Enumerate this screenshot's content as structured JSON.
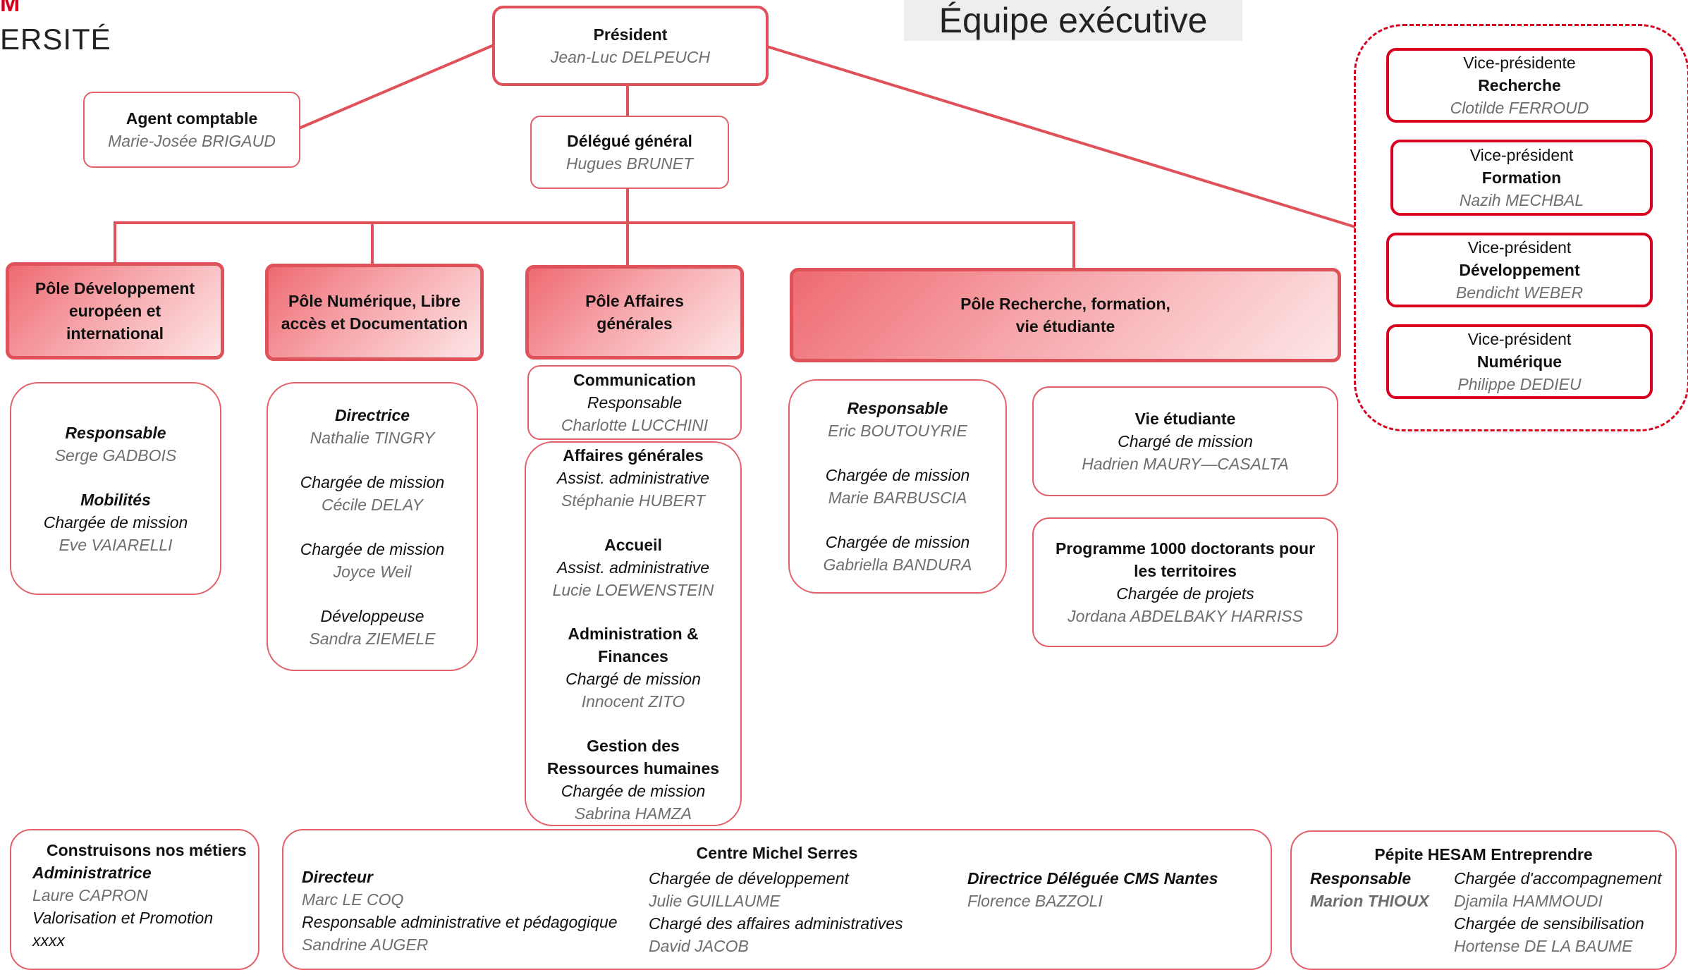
{
  "logo": {
    "mark": "M",
    "text": "ERSITÉ"
  },
  "title": "Équipe exécutive",
  "colors": {
    "accent": "#e0525a",
    "vp_red": "#d9001f",
    "muted": "#6e6e6e"
  },
  "president": {
    "role": "Président",
    "name": "Jean-Luc DELPEUCH"
  },
  "agent": {
    "role": "Agent comptable",
    "name": "Marie-Josée BRIGAUD"
  },
  "delegue": {
    "role": "Délégué général",
    "name": "Hugues BRUNET"
  },
  "vps": [
    {
      "role": "Vice-présidente",
      "domain": "Recherche",
      "name": "Clotilde FERROUD"
    },
    {
      "role": "Vice-président",
      "domain": "Formation",
      "name": "Nazih MECHBAL"
    },
    {
      "role": "Vice-président",
      "domain": "Développement",
      "name": "Bendicht WEBER"
    },
    {
      "role": "Vice-président",
      "domain": "Numérique",
      "name": "Philippe DEDIEU"
    }
  ],
  "poles": [
    "Pôle Développement européen et international",
    "Pôle Numérique, Libre accès et Documentation",
    "Pôle Affaires générales",
    "Pôle Recherche, formation, vie étudiante"
  ],
  "pole1": {
    "role1": "Responsable",
    "name1": "Serge GADBOIS",
    "section2": "Mobilités",
    "role2": "Chargée de mission",
    "name2": "Eve VAIARELLI"
  },
  "pole2": {
    "role1": "Directrice",
    "name1": "Nathalie TINGRY",
    "role2": "Chargée de mission",
    "name2": "Cécile DELAY",
    "role3": "Chargée de mission",
    "name3": "Joyce Weil",
    "role4": "Développeuse",
    "name4": "Sandra ZIEMELE"
  },
  "communication": {
    "section": "Communication",
    "role": "Responsable",
    "name": "Charlotte LUCCHINI"
  },
  "pole3": {
    "s1": "Affaires générales",
    "r1": "Assist. administrative",
    "n1": "Stéphanie HUBERT",
    "s2": "Accueil",
    "r2": "Assist. administrative",
    "n2": "Lucie LOEWENSTEIN",
    "s3a": "Administration &",
    "s3b": "Finances",
    "r3": "Chargé de mission",
    "n3": "Innocent ZITO",
    "s4a": "Gestion des",
    "s4b": "Ressources humaines",
    "r4": "Chargée de mission",
    "n4": "Sabrina HAMZA"
  },
  "pole4a": {
    "role1": "Responsable",
    "name1": "Eric BOUTOUYRIE",
    "role2": "Chargée de mission",
    "name2": "Marie BARBUSCIA",
    "role3": "Chargée de mission",
    "name3": "Gabriella BANDURA"
  },
  "vie": {
    "section": "Vie étudiante",
    "role": "Chargé de mission",
    "name": "Hadrien MAURY—CASALTA"
  },
  "programme": {
    "section1": "Programme 1000 doctorants pour",
    "section2": "les territoires",
    "role": "Chargée de projets",
    "name": "Jordana ABDELBAKY HARRISS"
  },
  "construisons": {
    "title": "Construisons nos métiers",
    "role": "Administratrice",
    "name": "Laure CAPRON",
    "line": "Valorisation et Promotion",
    "extra": "xxxx"
  },
  "cms": {
    "title": "Centre Michel Serres",
    "c1_role1": "Directeur",
    "c1_name1": "Marc LE COQ",
    "c1_role2": "Responsable administrative et pédagogique",
    "c1_name2": "Sandrine AUGER",
    "c2_role1": "Chargée de développement",
    "c2_name1": "Julie GUILLAUME",
    "c2_role2": "Chargé des affaires administratives",
    "c2_name2": "David JACOB",
    "c3_role1": "Directrice Déléguée CMS Nantes",
    "c3_name1": "Florence BAZZOLI"
  },
  "pepite": {
    "title": "Pépite HESAM Entreprendre",
    "resp_role": "Responsable",
    "resp_name": "Marion THIOUX",
    "r1": "Chargée d'accompagnement",
    "n1": "Djamila HAMMOUDI",
    "r2": "Chargée de sensibilisation",
    "n2": "Hortense DE LA BAUME"
  }
}
